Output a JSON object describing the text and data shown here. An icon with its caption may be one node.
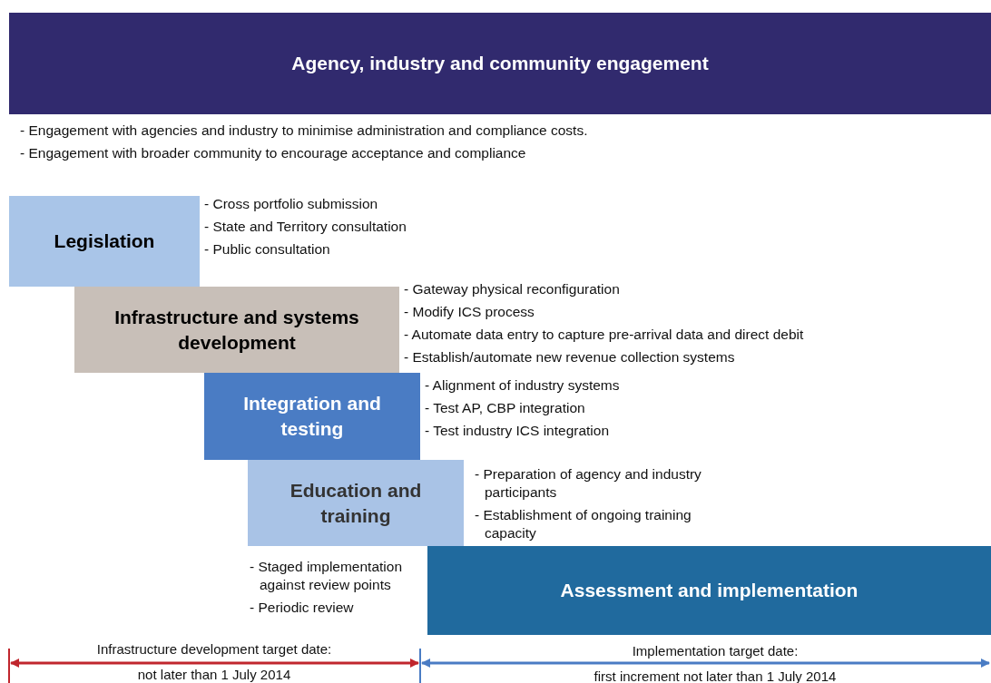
{
  "diagram": {
    "nodes": [
      {
        "text": [
          "Agency, industry and community engagement"
        ],
        "beside": [
          "- Engagement with agencies and industry to minimise administration and compliance costs.",
          "- Engagement with broader community to encourage acceptance and compliance"
        ]
      },
      {
        "text": [
          "Legislation"
        ],
        "beside": [
          "- Cross portfolio submission",
          "- State and Territory consultation",
          "- Public consultation"
        ]
      },
      {
        "text": [
          "Infrastructure and systems development"
        ],
        "beside": [
          "- Gateway physical reconfiguration",
          "- Modify ICS process",
          "- Automate data entry to capture pre-arrival data and direct debit",
          "- Establish/automate new revenue collection systems"
        ]
      },
      {
        "text": [
          "Integration and testing"
        ],
        "beside": [
          "- Alignment of industry systems",
          "- Test AP, CBP integration",
          "- Test industry ICS integration"
        ]
      },
      {
        "text": [
          "Education and training"
        ],
        "beside": [
          "- Preparation of agency and industry participants",
          "- Establishment of ongoing training capacity"
        ]
      },
      {
        "text": [
          "Assessment and implementation"
        ],
        "beside": [
          "- Staged implementation against review points",
          "- Periodic review"
        ]
      }
    ],
    "edges": [],
    "labels": [
      "Infrastructure development target date:",
      "not later than 1 July 2014",
      "Implementation target date:",
      "first increment not later than 1 July 2014"
    ]
  }
}
